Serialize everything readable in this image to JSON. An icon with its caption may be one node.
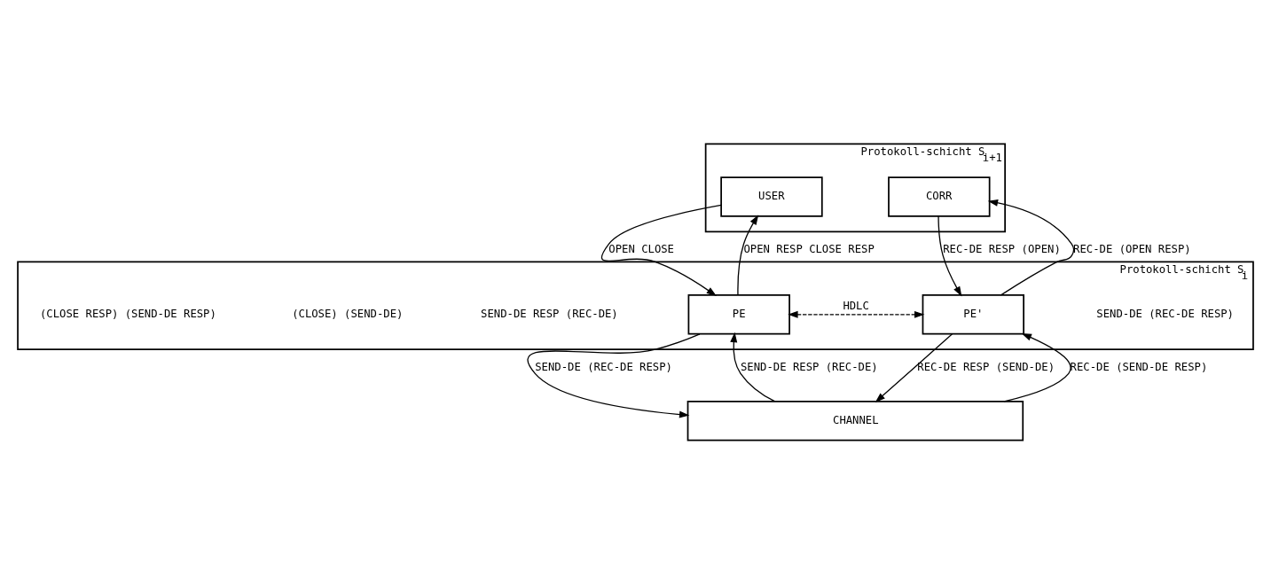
{
  "diagram": {
    "nodes": [
      {
        "text": [
          "Protokoll-schicht S$_{i+1}$"
        ]
      },
      {
        "text": [
          "USER"
        ],
        "in": 0
      },
      {
        "text": [
          "CORR"
        ],
        "in": 0
      },
      {
        "text": [
          "Protokoll-schicht S$_{i}$"
        ]
      },
      {
        "text": [
          "PE"
        ],
        "in": 3
      },
      {
        "text": [
          "PE'"
        ],
        "in": 3
      },
      {
        "text": [
          "CHANNEL"
        ]
      }
    ],
    "edges": [
      {
        "from": 1,
        "to": 4,
        "arrow": "to",
        "label": "OPEN CLOSE"
      },
      {
        "from": 4,
        "to": 1,
        "arrow": "to",
        "label": "OPEN RESP CLOSE RESP"
      },
      {
        "from": 2,
        "to": 5,
        "arrow": "to",
        "label": "REC-DE RESP (OPEN)"
      },
      {
        "from": 5,
        "to": 2,
        "arrow": "to",
        "label": "REC-DE (OPEN RESP)"
      },
      {
        "from": 4,
        "to": 5,
        "arrow": "both",
        "label": "HDLC",
        "style": "dashed"
      },
      {
        "from": 4,
        "to": 6,
        "arrow": "to",
        "label": "SEND-DE (REC-DE RESP)"
      },
      {
        "from": 6,
        "to": 4,
        "arrow": "to",
        "label": "SEND-DE RESP (REC-DE)"
      },
      {
        "from": 5,
        "to": 6,
        "arrow": "to",
        "label": "REC-DE RESP (SEND-DE)"
      },
      {
        "from": 6,
        "to": 5,
        "arrow": "to",
        "label": "REC-DE (SEND-DE RESP)"
      }
    ],
    "labels": [
      "SEND-DE (REC-DE RESP)",
      "SEND-DE RESP (REC-DE)",
      "(CLOSE) (SEND-DE)",
      "(CLOSE RESP) (SEND-DE RESP)"
    ]
  }
}
